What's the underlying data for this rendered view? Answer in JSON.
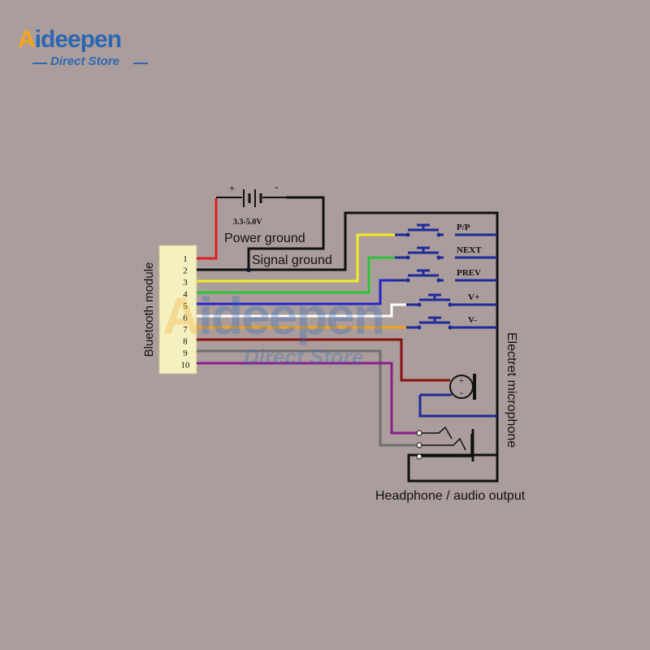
{
  "brand": {
    "name_first": "A",
    "name_rest": "ideepen",
    "subtitle": "Direct Store"
  },
  "watermark": {
    "name_first": "A",
    "name_rest": "ideepen",
    "subtitle": "Direct Store"
  },
  "battery": {
    "plus": "+",
    "minus": "-",
    "voltage": "3.3-5.0V"
  },
  "labels": {
    "power_ground": "Power ground",
    "signal_ground": "Signal ground",
    "module": "Bluetooth module",
    "mic": "Electret microphone",
    "headphone": "Headphone / audio output",
    "mic_plus": "+",
    "mic_minus": "-"
  },
  "pins": [
    "1",
    "2",
    "3",
    "4",
    "5",
    "6",
    "7",
    "8",
    "9",
    "10"
  ],
  "buttons": [
    "P/P",
    "NEXT",
    "PREV",
    "V+",
    "V-"
  ],
  "colors": {
    "background": "#ab9d9b",
    "module": "#f5f0bf",
    "red": "#e02020",
    "black": "#111111",
    "yellow": "#f2ec25",
    "green": "#2cc43a",
    "blue": "#2424c8",
    "white": "#ffffff",
    "orange": "#f2a21e",
    "darkred": "#8b1010",
    "gray": "#6e6e6e",
    "purple": "#8a1f8a",
    "brand_blue": "#2c67b3",
    "brand_orange": "#f3a51c"
  }
}
